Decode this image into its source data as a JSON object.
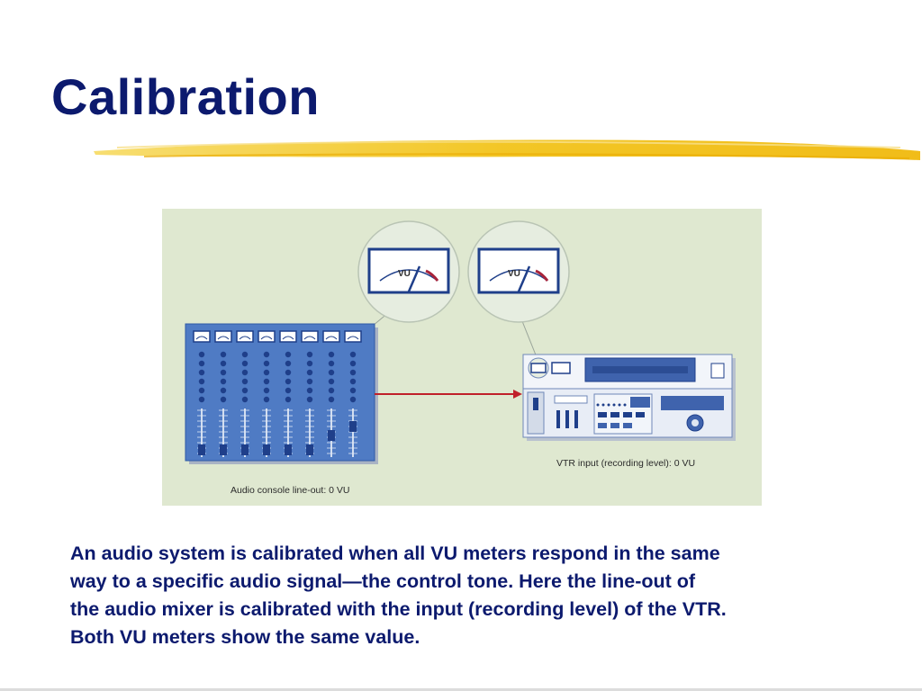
{
  "slide": {
    "title": "Calibration",
    "caption_lines": [
      "An audio system is calibrated when all VU meters respond in the same",
      "way to a specific audio signal—the control tone. Here the line-out of",
      "the audio mixer is calibrated with the input (recording level) of the VTR.",
      "Both VU meters show the same value."
    ]
  },
  "figure": {
    "meter_label": "VU",
    "console_label": "Audio console line-out: 0 VU",
    "vtr_label": "VTR input (recording level): 0 VU",
    "channel_count": 8,
    "colors": {
      "accent_underline": "#f2c31a",
      "title": "#0c1a6e",
      "console_body": "#4f7bc4",
      "arrow": "#c0202a",
      "background": "#dfe8d0"
    }
  }
}
